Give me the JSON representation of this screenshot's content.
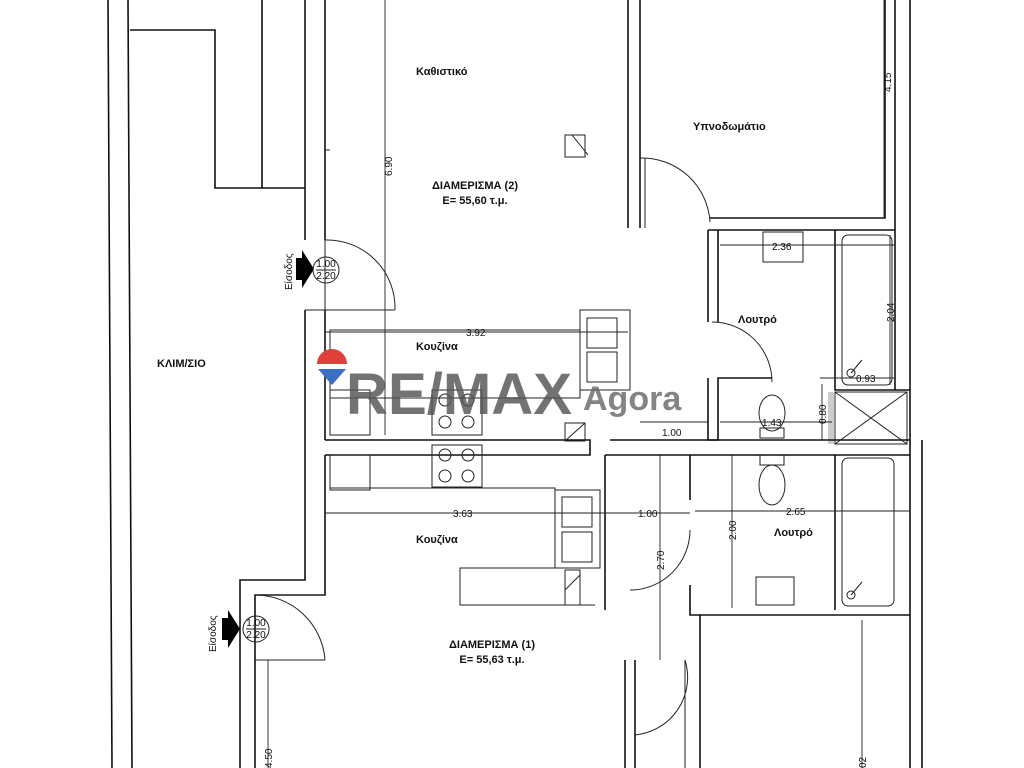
{
  "rooms": {
    "living": "Καθιστικό",
    "bedroom": "Υπνοδωμάτιο",
    "stairwell": "ΚΛΙΜ/ΣΙΟ",
    "kitchen_upper": "Κουζίνα",
    "kitchen_lower": "Κουζίνα",
    "bath_upper": "Λουτρό",
    "bath_lower": "Λουτρό"
  },
  "apartments": [
    {
      "name": "ΔΙΑΜΕΡΙΣΜΑ (2)",
      "area": "Ε= 55,60 τ.μ."
    },
    {
      "name": "ΔΙΑΜΕΡΙΣΜΑ (1)",
      "area": "Ε= 55,63 τ.μ."
    }
  ],
  "entrances": [
    {
      "label": "Είσοδος",
      "width": "1.00",
      "height": "2.20"
    },
    {
      "label": "Είσοδος",
      "width": "1.00",
      "height": "2.20"
    }
  ],
  "dimensions": {
    "d_6_90": "6.90",
    "d_4_15": "4.15",
    "d_2_36": "2.36",
    "d_2_04": "2.04",
    "d_0_93": "0.93",
    "d_3_92": "3.92",
    "d_1_00a": "1.00",
    "d_1_43": "1.43",
    "d_0_80": "0.80",
    "d_3_63": "3.63",
    "d_1_00b": "1.00",
    "d_2_65": "2.65",
    "d_2_00": "2.00",
    "d_2_70": "2.70",
    "d_4_50": "4.50",
    "d_02": "02"
  },
  "watermark": {
    "brand": "RE/MAX",
    "office": "Agora",
    "colors": {
      "red": "#e0403a",
      "blue": "#3a6fc4",
      "gray": "#555555"
    }
  }
}
